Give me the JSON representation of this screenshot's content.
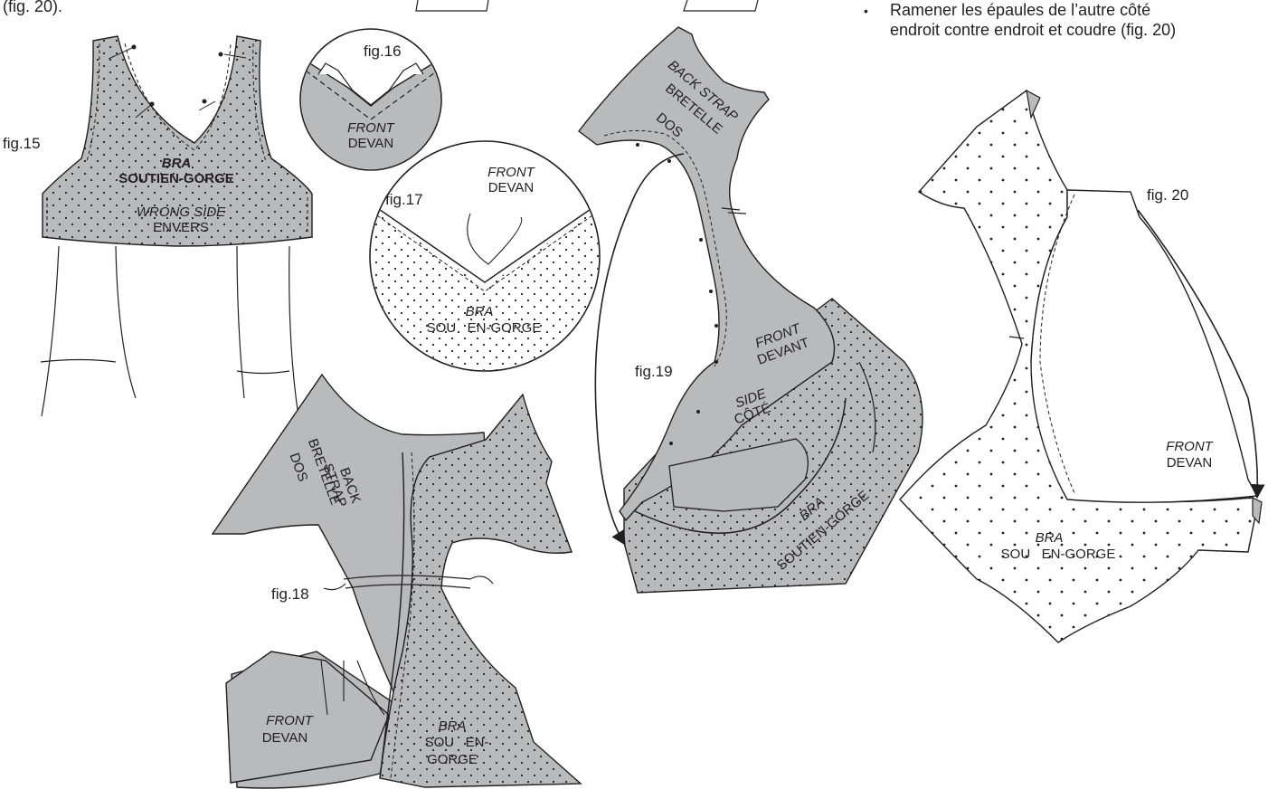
{
  "header": {
    "top_left": "(fig. 20).",
    "bullet": "•",
    "instruction_line1": "Ramener les épaules de l’autre côté",
    "instruction_line2": "endroit contre endroit et coudre (fig. 20)"
  },
  "fig15": {
    "label": "fig.15",
    "bra_en": "BRA",
    "bra_fr": "SOUTIEN-GORGE",
    "side_en": "WRONG SIDE",
    "side_fr": "ENVERS"
  },
  "fig16": {
    "label": "fig.16",
    "front_en": "FRONT",
    "front_fr": "DEVAN"
  },
  "fig17": {
    "label": "fig.17",
    "front_en": "FRONT",
    "front_fr": "DEVAN",
    "bra_en": "BRA",
    "bra_fr": "SOU   EN-GORGE"
  },
  "fig18": {
    "label": "fig.18",
    "strap_1": "BACK",
    "strap_2": "STRAP",
    "strap_3": "BRETELLE",
    "strap_4": "DOS",
    "front_en": "FRONT",
    "front_fr": "DEVAN",
    "bra_en": "BRA",
    "bra_fr1": "SOU   EN-",
    "bra_fr2": "GORGE"
  },
  "fig19": {
    "label": "fig.19",
    "strap_1": "BACK STRAP",
    "strap_2": "BRETELLE",
    "strap_3": "DOS",
    "front_en": "FRONT",
    "front_fr": "DEVANT",
    "side_en": "SIDE",
    "side_fr": "CÔTÉ",
    "bra_en": "BRA",
    "bra_fr": "SOUTIEN-GORGE"
  },
  "fig20": {
    "label": "fig. 20",
    "front_en": "FRONT",
    "front_fr": "DEVAN",
    "bra_en": "BRA",
    "bra_fr": "SOU   EN-GORGE"
  },
  "colors": {
    "fabric_grey": "#b9babc",
    "line": "#231f20",
    "paper": "#ffffff"
  }
}
